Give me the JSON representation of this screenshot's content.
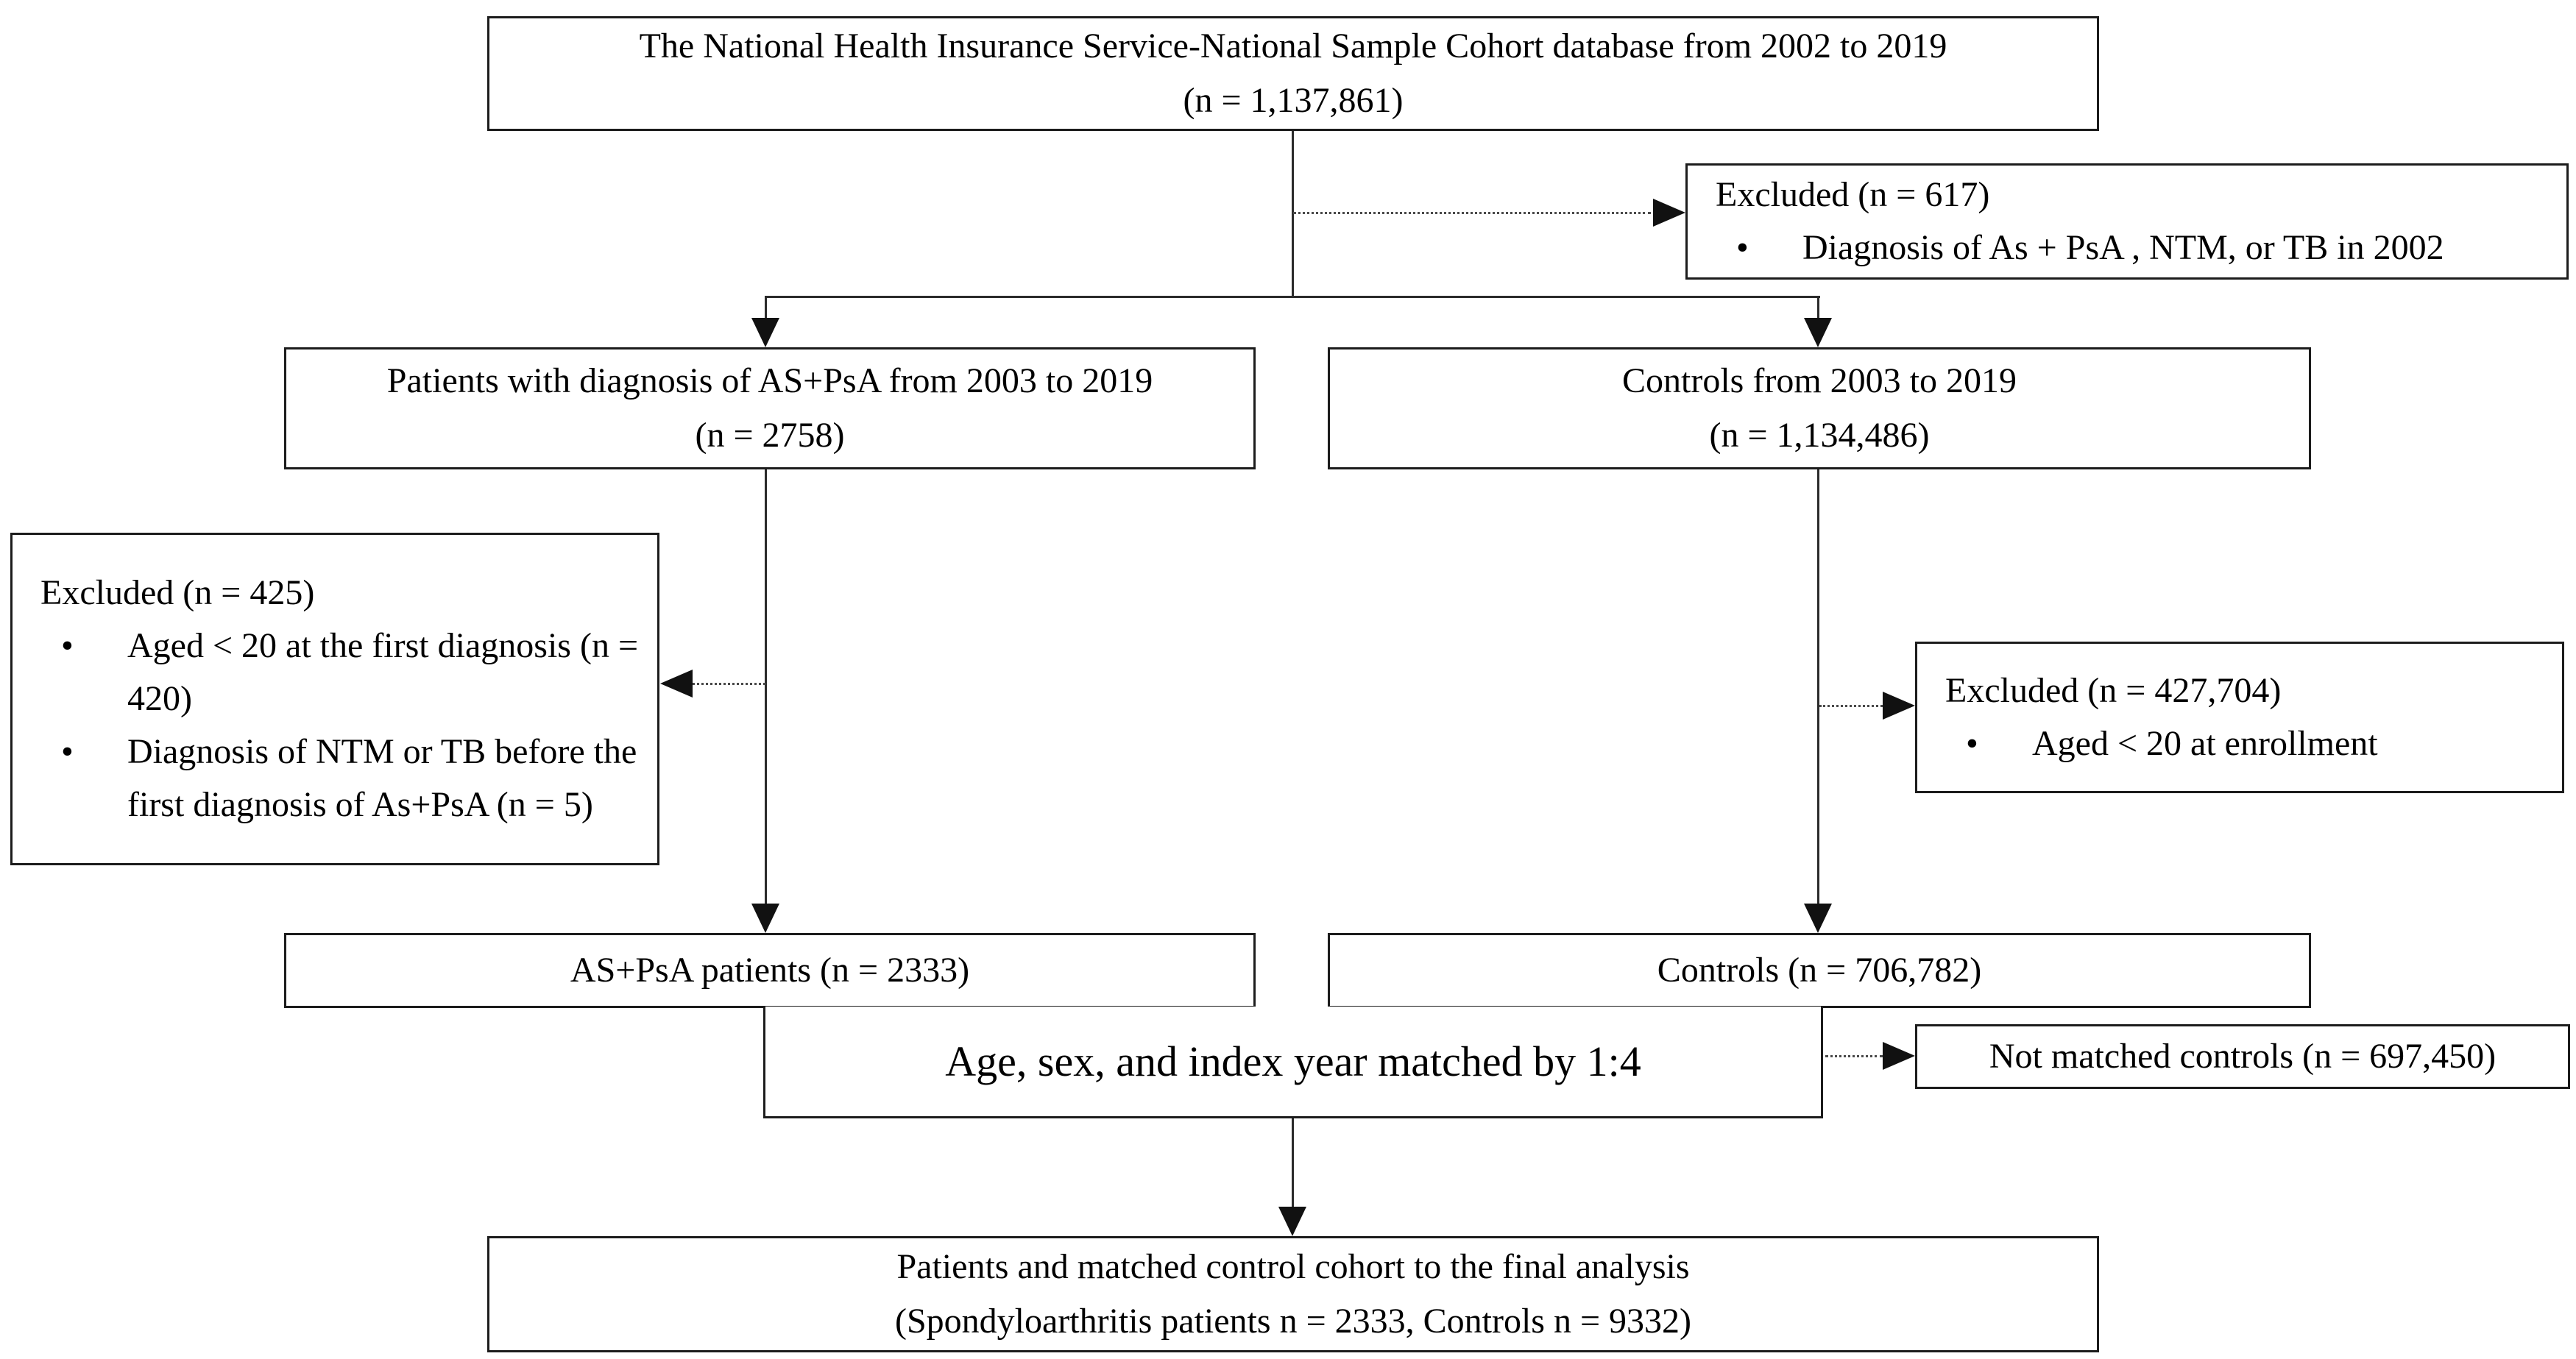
{
  "diagram": {
    "type": "study-flowchart",
    "bullet_char": "•",
    "colors": {
      "box_border": "#1c1c1c",
      "connector_line": "#2b2b2b",
      "text": "#000000",
      "background": "#ffffff"
    },
    "boxes": {
      "source": {
        "line1": "The National Health Insurance Service-National Sample Cohort database from 2002 to 2019",
        "line2": "(n = 1,137,861)"
      },
      "excluded_top": {
        "title": "Excluded (n = 617)",
        "bullets": [
          "Diagnosis of As + PsA , NTM, or TB in 2002"
        ]
      },
      "patients": {
        "line1": "Patients with diagnosis of AS+PsA from 2003 to 2019",
        "line2": "(n = 2758)"
      },
      "controls": {
        "line1": "Controls from 2003 to 2019",
        "line2": "(n = 1,134,486)"
      },
      "excluded_left": {
        "title": "Excluded (n = 425)",
        "bullets": [
          "Aged < 20 at the first diagnosis (n = 420)",
          "Diagnosis of NTM or TB before the first diagnosis of As+PsA (n = 5)"
        ]
      },
      "excluded_right": {
        "title": "Excluded (n = 427,704)",
        "bullets": [
          "Aged < 20 at enrollment"
        ]
      },
      "patients_final": {
        "line1": "AS+PsA patients (n = 2333)"
      },
      "controls_final": {
        "line1": "Controls (n = 706,782)"
      },
      "matching": {
        "line1": "Age, sex, and index year matched by 1:4"
      },
      "not_matched": {
        "line1": "Not matched controls (n = 697,450)"
      },
      "final": {
        "line1": "Patients and matched control cohort to the final analysis",
        "line2": "(Spondyloarthritis patients n = 2333, Controls n = 9332)"
      }
    },
    "edges": [
      {
        "from": "source",
        "to": "patients",
        "style": "solid-arrow"
      },
      {
        "from": "source",
        "to": "controls",
        "style": "solid-arrow"
      },
      {
        "from": "source",
        "to": "excluded_top",
        "style": "dotted-arrow"
      },
      {
        "from": "patients",
        "to": "patients_final",
        "style": "solid-arrow"
      },
      {
        "from": "patients",
        "to": "excluded_left",
        "style": "dotted-arrow"
      },
      {
        "from": "controls",
        "to": "controls_final",
        "style": "solid-arrow"
      },
      {
        "from": "controls",
        "to": "excluded_right",
        "style": "dotted-arrow"
      },
      {
        "from": "matching",
        "to": "not_matched",
        "style": "dotted-arrow"
      },
      {
        "from": "matching",
        "to": "final",
        "style": "solid-arrow"
      }
    ]
  }
}
